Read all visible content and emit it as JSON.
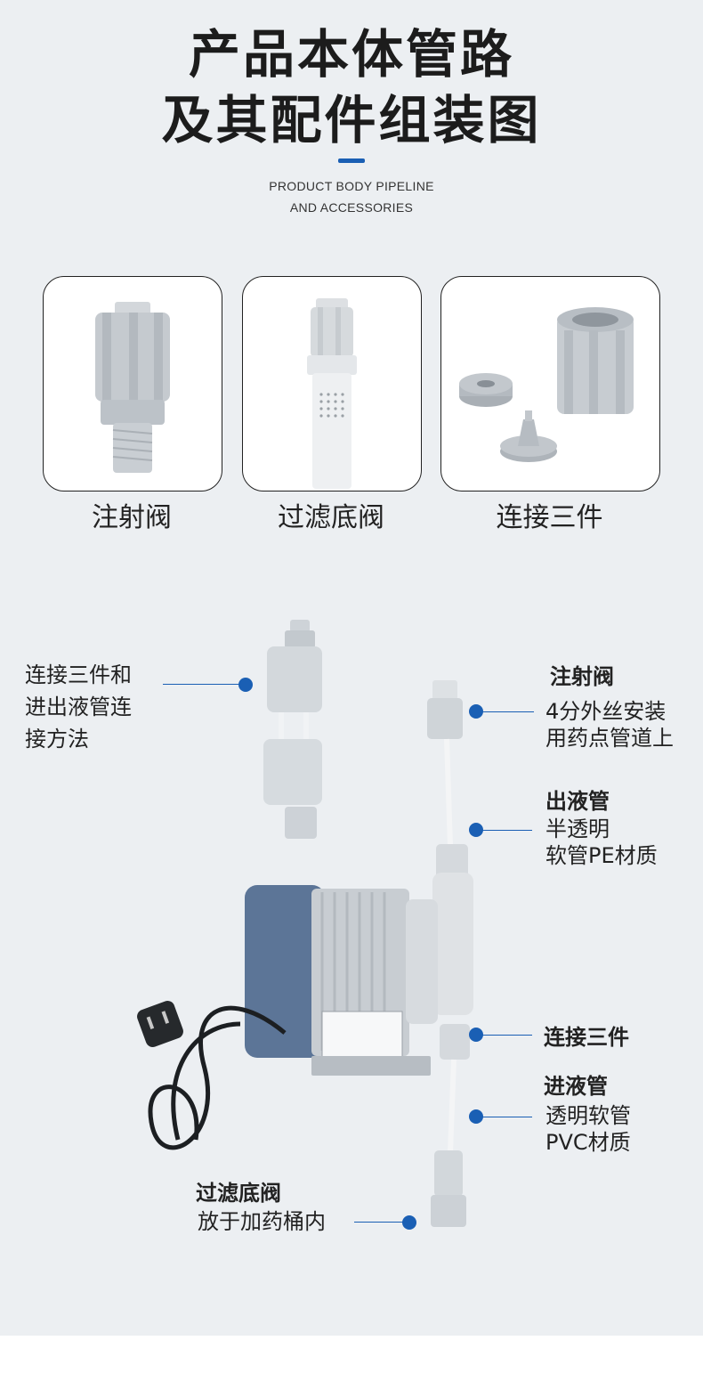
{
  "header": {
    "title_line1": "产品本体管路",
    "title_line2": "及其配件组装图",
    "subtitle_line1": "PRODUCT BODY PIPELINE",
    "subtitle_line2": "AND ACCESSORIES"
  },
  "accessories": [
    {
      "caption": "注射阀"
    },
    {
      "caption": "过滤底阀"
    },
    {
      "caption": "连接三件"
    }
  ],
  "callouts": {
    "connector_method": "连接三件和\n进出液管连\n接方法",
    "injection_valve_title": "注射阀",
    "injection_valve_desc": "4分外丝安装\n用药点管道上",
    "outlet_pipe_title": "出液管",
    "outlet_pipe_desc": "半透明\n软管PE材质",
    "connector_title": "连接三件",
    "inlet_pipe_title": "进液管",
    "inlet_pipe_desc": "透明软管\nPVC材质",
    "filter_title": "过滤底阀",
    "filter_desc": "放于加药桶内"
  },
  "colors": {
    "background": "#eceff2",
    "accent": "#1a5fb4",
    "part_gray": "#c9ced3",
    "motor_blue": "#5c7597"
  }
}
